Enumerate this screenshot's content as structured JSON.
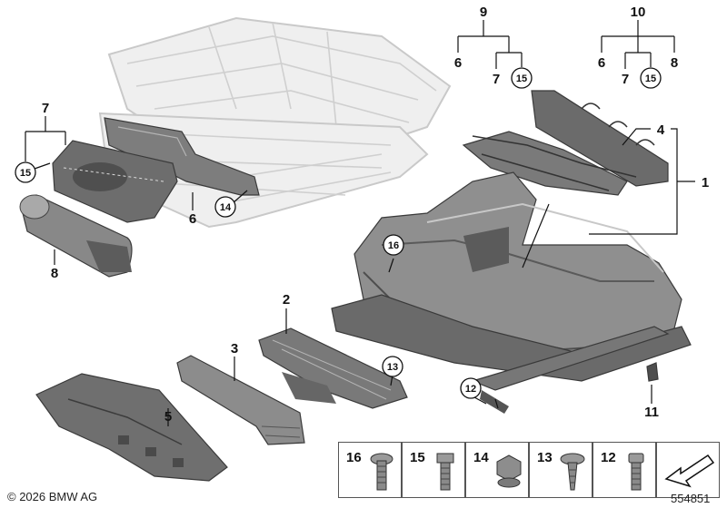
{
  "copyright": "© 2026 BMW AG",
  "diagram_id": "554851",
  "callouts": {
    "c1": "1",
    "c2": "2",
    "c3": "3",
    "c4": "4",
    "c5": "5",
    "c6a": "6",
    "c6b": "6",
    "c6c": "6",
    "c7a": "7",
    "c7b": "7",
    "c7c": "7",
    "c8a": "8",
    "c8b": "8",
    "c9": "9",
    "c10": "10",
    "c11": "11",
    "c12": "12",
    "c13": "13",
    "c14": "14",
    "c15a": "15",
    "c15b": "15",
    "c15c": "15",
    "c16": "16"
  },
  "legend": {
    "items": [
      {
        "label": "16",
        "icon": "torx-flange-screw-icon"
      },
      {
        "label": "15",
        "icon": "hex-flange-bolt-icon"
      },
      {
        "label": "14",
        "icon": "hex-collar-nut-icon"
      },
      {
        "label": "13",
        "icon": "torx-pan-screw-icon"
      },
      {
        "label": "12",
        "icon": "torx-bolt-icon"
      }
    ],
    "arrow_icon": "orientation-arrow-icon"
  },
  "colors": {
    "part_fill": "#8c8c8c",
    "part_dark": "#555555",
    "ghost": "#d8d8d8",
    "line": "#111111"
  }
}
